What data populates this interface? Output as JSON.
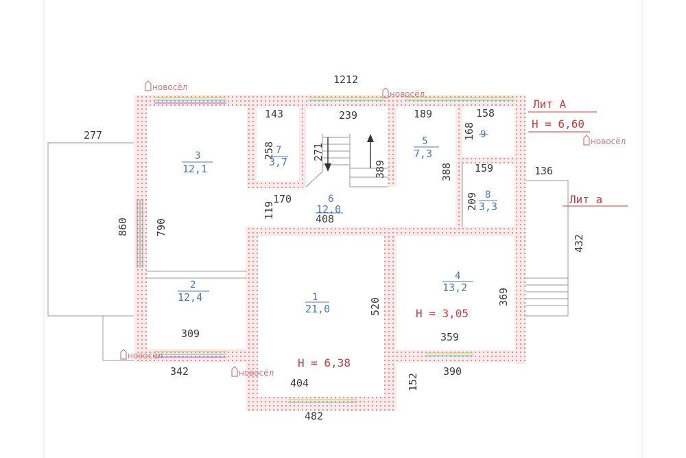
{
  "plan": {
    "dimensions": {
      "top_total": "1212",
      "porch_left": "277",
      "left_height": "860",
      "room3_height": "790",
      "room2_width": "309",
      "bottom_left": "342",
      "bottom_center": "482",
      "room1_width": "404",
      "room1_height": "520",
      "step_152": "152",
      "bottom_right": "390",
      "room4_width": "359",
      "room4_height": "369",
      "right_porch": "432",
      "right_top": "136",
      "r7_width": "143",
      "r7_height": "258",
      "stair_width": "239",
      "stair_271": "271",
      "stair_389": "389",
      "r5_width": "189",
      "r5_height": "388",
      "r9_width": "158",
      "r9_height": "168",
      "r8_width": "159",
      "r8_height": "209",
      "hall_170": "170",
      "hall_119": "119",
      "hall_408": "408"
    },
    "rooms": [
      {
        "number": "3",
        "area": "12,1"
      },
      {
        "number": "2",
        "area": "12,4"
      },
      {
        "number": "7",
        "area": "3,7"
      },
      {
        "number": "6",
        "area": "12,0"
      },
      {
        "number": "5",
        "area": "7,3"
      },
      {
        "number": "9",
        "area": ""
      },
      {
        "number": "8",
        "area": "3,3"
      },
      {
        "number": "1",
        "area": "21,0"
      },
      {
        "number": "4",
        "area": "13,2"
      }
    ],
    "heights": {
      "room1": "H = 6,38",
      "room4": "H = 3,05",
      "lit_a_upper": "H = 6,60"
    },
    "labels": {
      "lit_A": "Лит А",
      "lit_a": "Лит а"
    },
    "watermark": "новосёл"
  },
  "colors": {
    "wall_dot": "#d98a8a",
    "dimension_text": "#3a3a3a",
    "room_label": "#4a78c8",
    "annotation": "#d23a3a"
  }
}
